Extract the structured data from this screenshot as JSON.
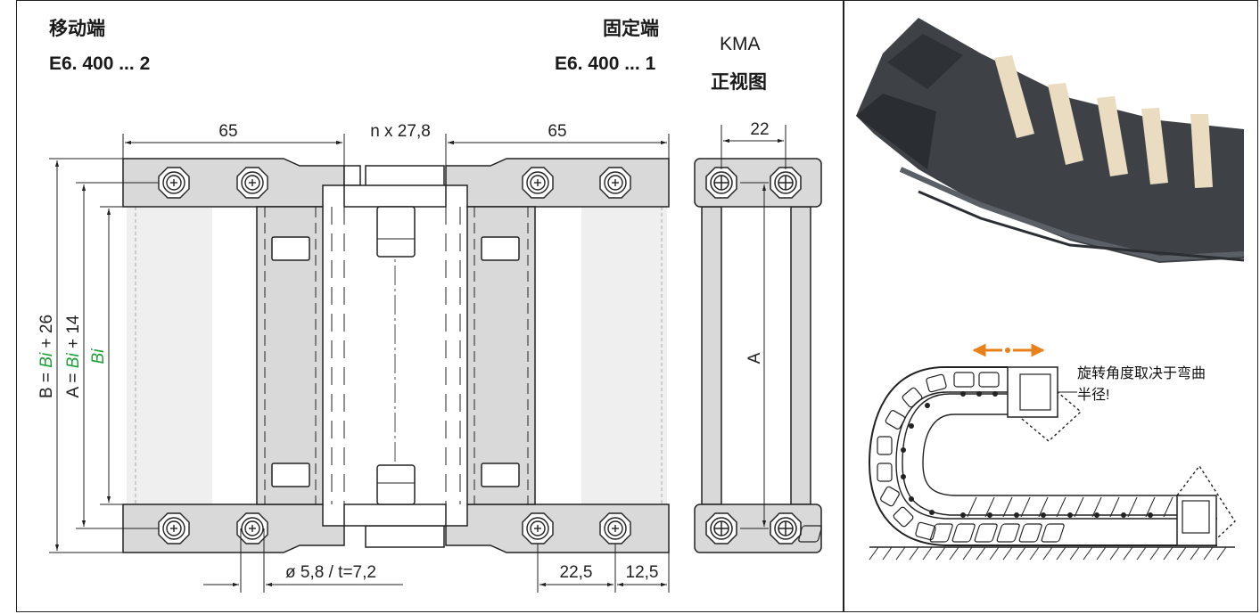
{
  "header": {
    "moving_end_title": "移动端",
    "moving_end_code": "E6. 400 ... 2",
    "fixed_end_title": "固定端",
    "fixed_end_code": "E6. 400 ... 1",
    "kma_title": "KMA",
    "front_view_title": "正视图"
  },
  "dimensions": {
    "left_width": "65",
    "pitch": "n x 27,8",
    "right_width": "65",
    "front_width": "22",
    "b_formula_prefix": "B = ",
    "b_formula_var": "Bi",
    "b_formula_suffix": " + 26",
    "a_formula_prefix": "A = ",
    "a_formula_var": "Bi",
    "a_formula_suffix": " + 14",
    "bi": "Bi",
    "front_a": "A",
    "hole": "ø 5,8 / t=7,2",
    "offset1": "22,5",
    "offset2": "12,5"
  },
  "annotation": {
    "line1": "旋转角度取决于弯曲",
    "line2": "半径!"
  },
  "colors": {
    "green": "#1f9f3a",
    "orange": "#e8801c",
    "part_fill": "#d9d9d9",
    "line": "#222222"
  }
}
